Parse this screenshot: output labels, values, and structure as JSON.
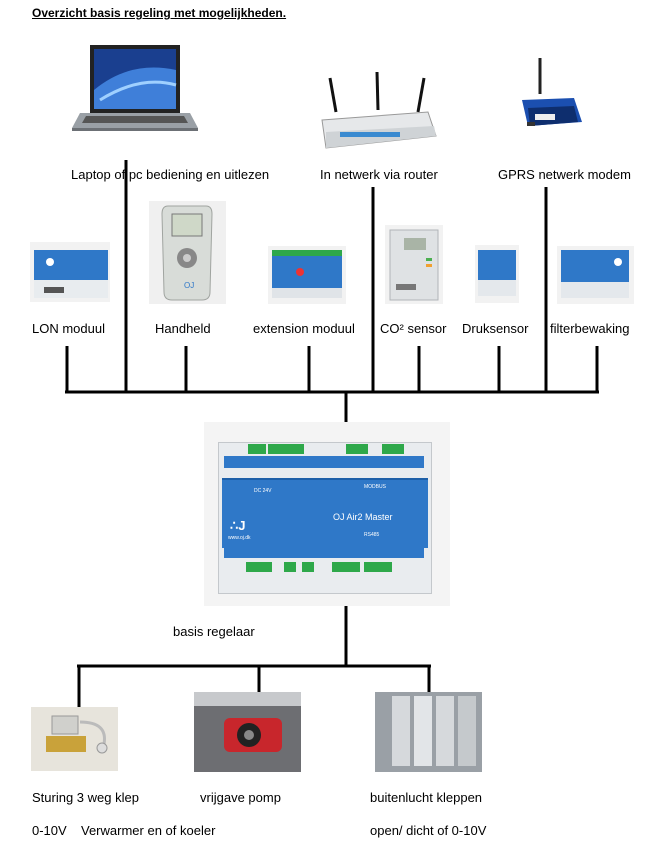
{
  "title": "Overzicht basis regeling met mogelijkheden.",
  "top_devices": {
    "laptop": "Laptop of pc bediening en uitlezen",
    "router": "In netwerk via router",
    "gprs": "GPRS netwerk  modem"
  },
  "modules": {
    "lon": "LON moduul",
    "handheld": "Handheld",
    "extension": "extension moduul",
    "co2": "CO² sensor",
    "druk": "Druksensor",
    "filter": "filterbewaking"
  },
  "controller": {
    "label": "basis regelaar",
    "brand": "OJ Air2 Master",
    "url": "www.oj.dk",
    "rs485": "RS485",
    "modbus": "MODBUS",
    "power": "DC 24V"
  },
  "outputs": {
    "klep": "Sturing 3 weg klep",
    "pomp": "vrijgave pomp",
    "kleppen": "buitenlucht kleppen"
  },
  "notes": {
    "signal": "0-10V",
    "verwarmer": "Verwarmer en of koeler",
    "open_dicht": "open/ dicht of 0-10V"
  },
  "colors": {
    "module_blue": "#2f78c8",
    "terminal_green": "#2ea84a",
    "line": "#000000"
  }
}
